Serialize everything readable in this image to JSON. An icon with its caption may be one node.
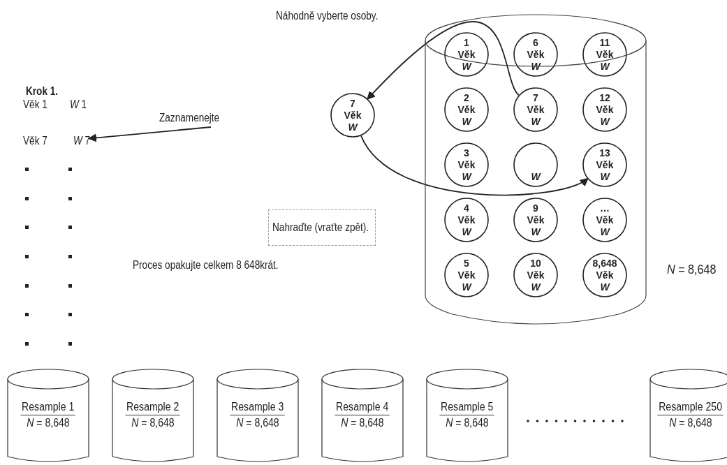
{
  "diagram": {
    "nodes": [
      {
        "text": [],
        "shape": "cylinder",
        "beside": [
          "*N* = 8,648"
        ]
      },
      {
        "text": [
          "1",
          "Věk",
          "W"
        ],
        "in": 0
      },
      {
        "text": [
          "6",
          "Věk",
          "W"
        ],
        "in": 0
      },
      {
        "text": [
          "11",
          "Věk",
          "W"
        ],
        "in": 0
      },
      {
        "text": [
          "2",
          "Věk",
          "W"
        ],
        "in": 0
      },
      {
        "text": [
          "7",
          "Věk",
          "W"
        ],
        "in": 0
      },
      {
        "text": [
          "12",
          "Věk",
          "W"
        ],
        "in": 0
      },
      {
        "text": [
          "3",
          "Věk",
          "W"
        ],
        "in": 0
      },
      {
        "text": [
          "W"
        ],
        "in": 0
      },
      {
        "text": [
          "13",
          "Věk",
          "W"
        ],
        "in": 0
      },
      {
        "text": [
          "4",
          "Věk",
          "W"
        ],
        "in": 0
      },
      {
        "text": [
          "9",
          "Věk",
          "W"
        ],
        "in": 0
      },
      {
        "text": [
          "…",
          "Věk",
          "W"
        ],
        "in": 0
      },
      {
        "text": [
          "5",
          "Věk",
          "W"
        ],
        "in": 0
      },
      {
        "text": [
          "10",
          "Věk",
          "W"
        ],
        "in": 0
      },
      {
        "text": [
          "8,648",
          "Věk",
          "W"
        ],
        "in": 0
      },
      {
        "text": [
          "7",
          "Věk",
          "W"
        ]
      },
      {
        "text": [
          "Věk 7",
          "*W* 7"
        ]
      },
      {
        "text": [
          "Nahraďte (vraťte zpět)."
        ]
      },
      {
        "text": [
          "Resample 1",
          "*N* = 8,648"
        ]
      },
      {
        "text": [
          "Resample 2",
          "*N* = 8,648"
        ]
      },
      {
        "text": [
          "Resample 3",
          "*N* = 8,648"
        ]
      },
      {
        "text": [
          "Resample 4",
          "*N* = 8,648"
        ]
      },
      {
        "text": [
          "Resample 5",
          "*N* = 8,648"
        ]
      },
      {
        "text": [
          "Resample 250",
          "*N* = 8,648"
        ]
      }
    ],
    "edges": [
      {
        "from": 5,
        "to": 16,
        "arrow": "to"
      },
      {
        "from": 16,
        "to": 9,
        "arrow": "to"
      },
      {
        "from": null,
        "to": 17,
        "arrow": "to",
        "label": "Zaznamenejte"
      }
    ],
    "labels": [
      "Krok 1.",
      "Náhodně vyberte osoby.",
      "Věk 1",
      "*W* 1",
      "Proces opakujte celkem 8 648krát."
    ]
  }
}
